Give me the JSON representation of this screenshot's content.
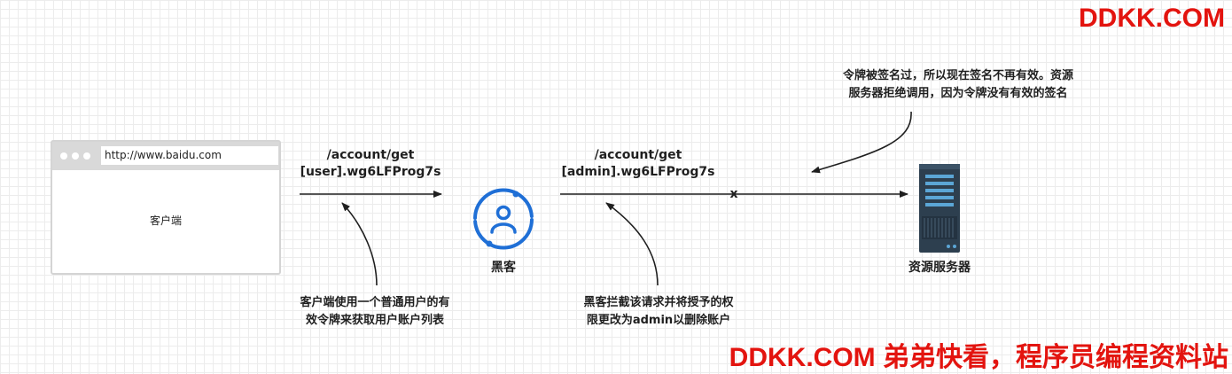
{
  "watermark": {
    "top": "DDKK.COM",
    "bottom": "DDKK.COM 弟弟快看，程序员编程资料站"
  },
  "browser": {
    "url": "http://www.baidu.com",
    "client_label": "客户端"
  },
  "request1": {
    "line1": "/account/get",
    "line2": "[user].wg6LFProg7s"
  },
  "request2": {
    "line1": "/account/get",
    "line2": "[admin].wg6LFProg7s"
  },
  "blocked_mark": "x",
  "hacker": {
    "label": "黑客"
  },
  "server": {
    "label": "资源服务器"
  },
  "notes": {
    "client": [
      "客户端使用一个普通用户的有",
      "效令牌来获取用户账户列表"
    ],
    "hacker": [
      "黑客拦截该请求并将授予的权",
      "限更改为admin以删除账户"
    ],
    "server": [
      "令牌被签名过，所以现在签名不再有效。资源",
      "服务器拒绝调用，因为令牌没有有效的签名"
    ]
  },
  "colors": {
    "watermark": "#e3140f",
    "hacker_icon": "#1f6fd6",
    "server_dark": "#2d3f4f",
    "server_slot": "#5ba6d6"
  }
}
